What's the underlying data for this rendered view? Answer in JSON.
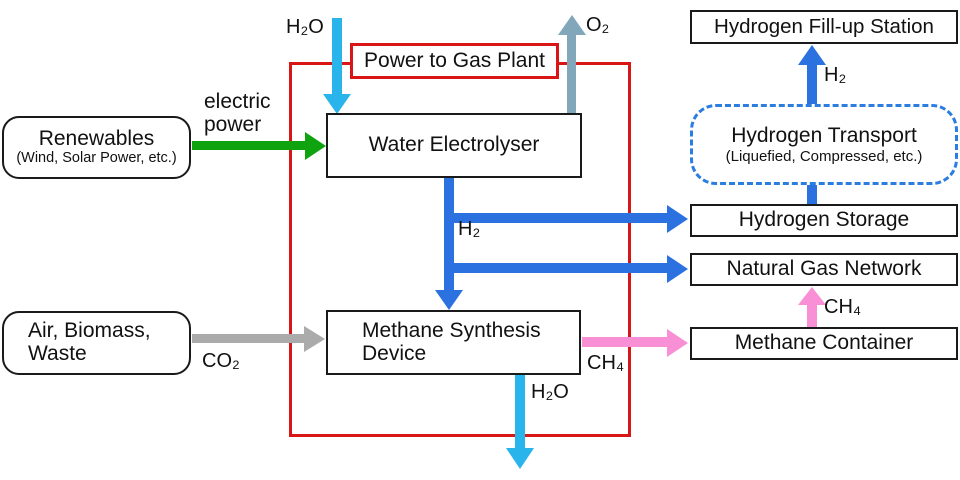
{
  "colors": {
    "frame_red": "#d91616",
    "flow_blue": "#2b72e0",
    "flow_cyan": "#29b5ec",
    "flow_green": "#0fa30f",
    "flow_pink": "#f98fd5",
    "flow_gray": "#ababab",
    "flow_steel": "#82a7ba",
    "dashed_blue": "#2b7de0",
    "box_border": "#1a1a1a",
    "text": "#111111"
  },
  "plant": {
    "label": "Power to Gas Plant"
  },
  "nodes": {
    "renewables": {
      "title": "Renewables",
      "subtitle": "(Wind, Solar Power, etc.)"
    },
    "air_biomass_waste": {
      "line1": "Air, Biomass,",
      "line2": "Waste"
    },
    "water_electrolyser": {
      "title": "Water Electrolyser"
    },
    "methane_synthesis": {
      "line1": "Methane Synthesis",
      "line2": "Device"
    },
    "hydrogen_fillup_station": {
      "title": "Hydrogen Fill-up Station"
    },
    "hydrogen_transport": {
      "title": "Hydrogen Transport",
      "subtitle": "(Liquefied, Compressed, etc.)"
    },
    "hydrogen_storage": {
      "title": "Hydrogen Storage"
    },
    "natural_gas_network": {
      "title": "Natural Gas Network"
    },
    "methane_container": {
      "title": "Methane Container"
    }
  },
  "flows": {
    "electric_power": {
      "line1": "electric",
      "line2": "power"
    },
    "h2o_in": "H₂O",
    "o2_out": "O₂",
    "h2": "H₂",
    "h2_to_fillup": "H₂",
    "co2": "CO₂",
    "ch4_to_container": "CH₄",
    "ch4_to_network": "CH₄",
    "h2o_out": "H₂O"
  }
}
